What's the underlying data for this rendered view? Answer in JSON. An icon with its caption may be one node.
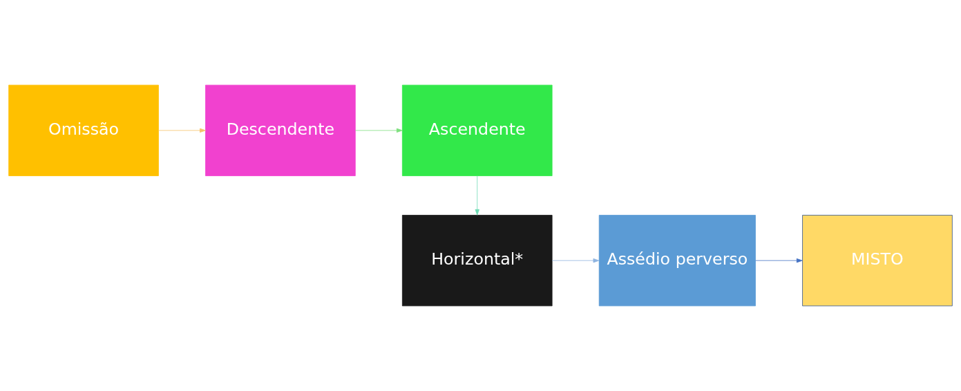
{
  "diagram": {
    "nodes": [
      {
        "text": [
          "Omissão"
        ]
      },
      {
        "text": [
          "Descendente"
        ]
      },
      {
        "text": [
          "Ascendente"
        ]
      },
      {
        "text": [
          "Horizontal*"
        ]
      },
      {
        "text": [
          "Assédio perverso"
        ]
      },
      {
        "text": [
          "MISTO"
        ]
      }
    ],
    "edges": [
      {
        "from": 0,
        "to": 1,
        "arrow": "to",
        "color": "#f6c46a"
      },
      {
        "from": 1,
        "to": 2,
        "arrow": "to",
        "color": "#7fe07f"
      },
      {
        "from": 2,
        "to": 3,
        "arrow": "to",
        "color": "#6fdcb4"
      },
      {
        "from": 3,
        "to": 4,
        "arrow": "to",
        "color": "#8fb4e0"
      },
      {
        "from": 4,
        "to": 5,
        "arrow": "to",
        "color": "#4472c4"
      }
    ]
  }
}
